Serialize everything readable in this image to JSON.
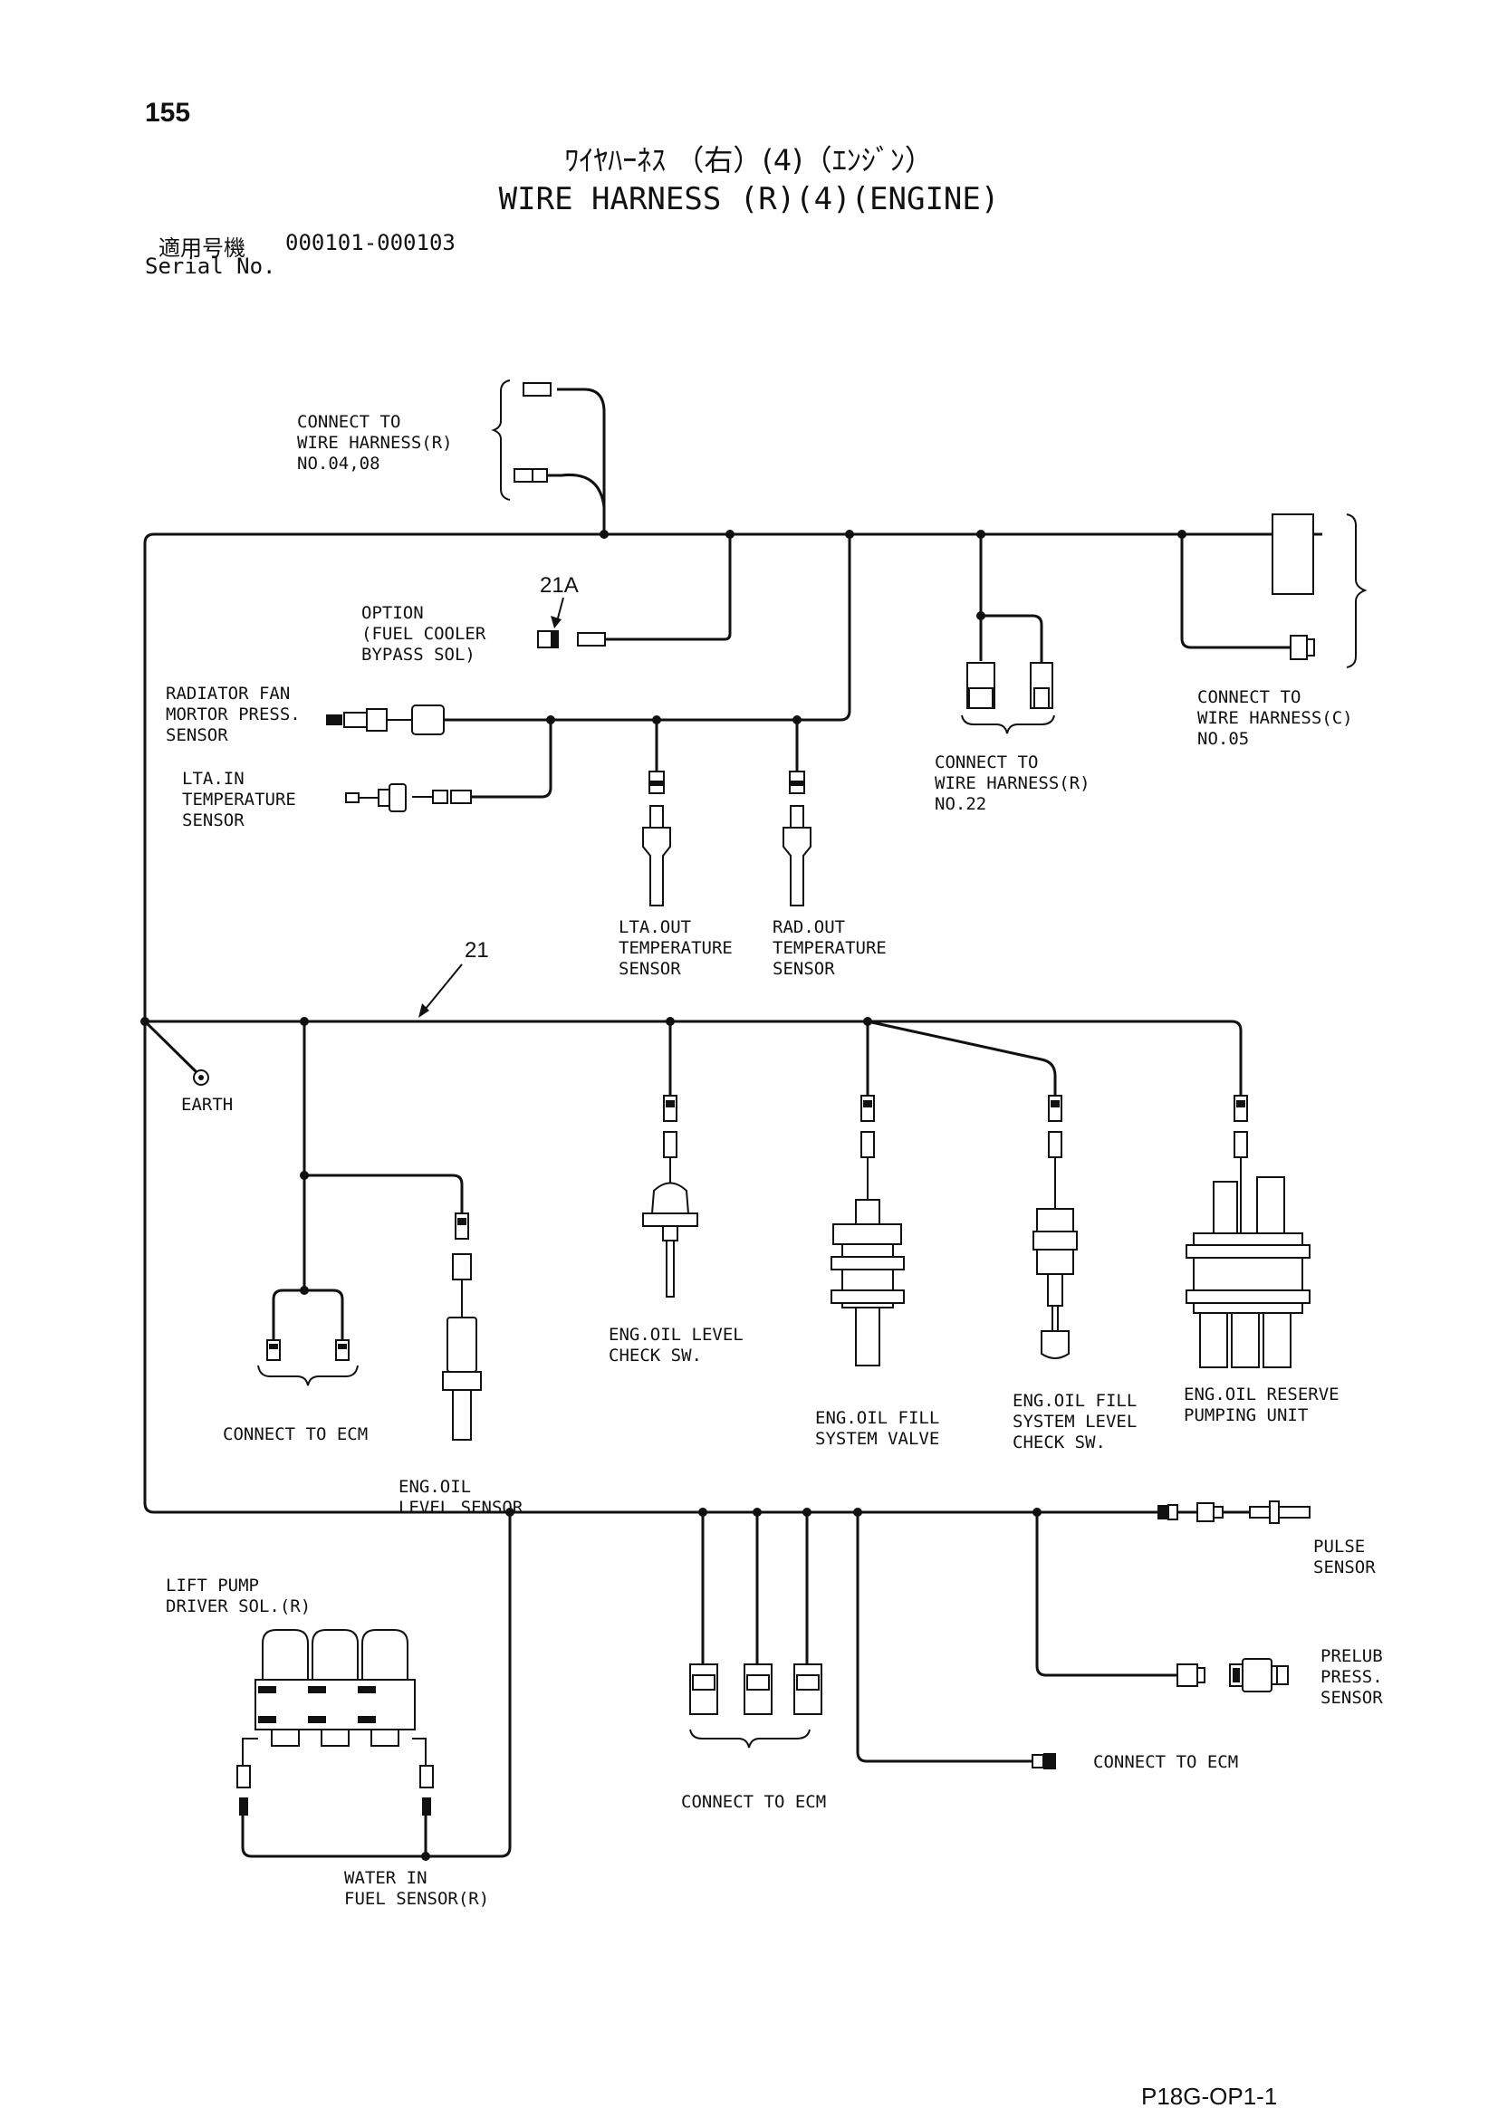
{
  "header": {
    "page_number": "155",
    "title_jp": "ﾜｲﾔﾊｰﾈｽ （右）(4)（ｴﾝｼﾞﾝ）",
    "title_en": "WIRE HARNESS (R)(4)(ENGINE)",
    "serial_label_jp": "適用号機",
    "serial_range": "000101-000103",
    "serial_label_en": "Serial No."
  },
  "labels": {
    "connect_r_0408": [
      "CONNECT TO",
      "WIRE HARNESS(R)",
      "NO.04,08"
    ],
    "option_fuel_cooler": [
      "OPTION",
      "(FUEL COOLER",
      "BYPASS SOL)"
    ],
    "part_21a": "21A",
    "part_21": "21",
    "radiator_fan": [
      "RADIATOR FAN",
      "MORTOR PRESS.",
      "SENSOR"
    ],
    "lta_in": [
      "LTA.IN",
      "TEMPERATURE",
      "SENSOR"
    ],
    "lta_out": [
      "LTA.OUT",
      "TEMPERATURE",
      "SENSOR"
    ],
    "rad_out": [
      "RAD.OUT",
      "TEMPERATURE",
      "SENSOR"
    ],
    "connect_r_22": [
      "CONNECT TO",
      "WIRE HARNESS(R)",
      "NO.22"
    ],
    "connect_c_05": [
      "CONNECT TO",
      "WIRE HARNESS(C)",
      "NO.05"
    ],
    "earth": "EARTH",
    "connect_ecm_left": "CONNECT TO ECM",
    "eng_oil_level_sensor": [
      "ENG.OIL",
      "LEVEL SENSOR"
    ],
    "eng_oil_level_check": [
      "ENG.OIL LEVEL",
      "CHECK SW."
    ],
    "eng_oil_fill_valve": [
      "ENG.OIL FILL",
      "SYSTEM VALVE"
    ],
    "eng_oil_fill_level_check": [
      "ENG.OIL FILL",
      "SYSTEM LEVEL",
      "CHECK SW."
    ],
    "eng_oil_reserve": [
      "ENG.OIL RESERVE",
      "PUMPING UNIT"
    ],
    "lift_pump": [
      "LIFT PUMP",
      "DRIVER SOL.(R)"
    ],
    "water_in_fuel": [
      "WATER IN",
      "FUEL SENSOR(R)"
    ],
    "connect_ecm_bottom": "CONNECT TO ECM",
    "connect_ecm_right": "CONNECT TO ECM",
    "pulse_sensor": [
      "PULSE",
      "SENSOR"
    ],
    "prelub_sensor": [
      "PRELUB",
      "PRESS.",
      "SENSOR"
    ]
  },
  "footer": {
    "drawing_code": "P18G-OP1-1"
  }
}
